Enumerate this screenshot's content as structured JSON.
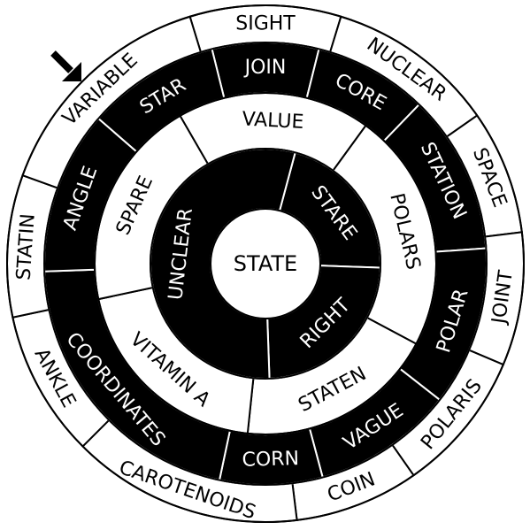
{
  "colors": {
    "dark": "#000000",
    "light": "#ffffff"
  },
  "center": "STATE",
  "pointer": "arrow-icon",
  "rings": [
    {
      "name": "outer",
      "fill": "light",
      "segments": [
        {
          "label": "SIGHT",
          "start": -17,
          "end": 17
        },
        {
          "label": "NUCLEAR",
          "start": 17,
          "end": 55
        },
        {
          "label": "SPACE",
          "start": 55,
          "end": 83
        },
        {
          "label": "JOINT",
          "start": 83,
          "end": 113
        },
        {
          "label": "POLARIS",
          "start": 113,
          "end": 145
        },
        {
          "label": "COIN",
          "start": 145,
          "end": 173
        },
        {
          "label": "CAROTENOIDS",
          "start": 173,
          "end": 225
        },
        {
          "label": "ANKLE",
          "start": 225,
          "end": 258
        },
        {
          "label": "STATIN",
          "start": 258,
          "end": 290
        },
        {
          "label": "VARIABLE",
          "start": 290,
          "end": 343
        }
      ]
    },
    {
      "name": "third",
      "fill": "dark",
      "segments": [
        {
          "label": "JOIN",
          "start": -14,
          "end": 14
        },
        {
          "label": "CORE",
          "start": 14,
          "end": 44
        },
        {
          "label": "STATION",
          "start": 44,
          "end": 86
        },
        {
          "label": "POLAR",
          "start": 86,
          "end": 128
        },
        {
          "label": "VAGUE",
          "start": 128,
          "end": 165
        },
        {
          "label": "CORN",
          "start": 165,
          "end": 192
        },
        {
          "label": "COORDINATES",
          "start": 192,
          "end": 268
        },
        {
          "label": "ANGLE",
          "start": 268,
          "end": 311
        },
        {
          "label": "STAR",
          "start": 311,
          "end": 346
        }
      ]
    },
    {
      "name": "second",
      "fill": "light",
      "segments": [
        {
          "label": "VALUE",
          "start": -30,
          "end": 36
        },
        {
          "label": "POLARS",
          "start": 36,
          "end": 118
        },
        {
          "label": "STATEN",
          "start": 118,
          "end": 186
        },
        {
          "label": "VITAMIN A",
          "start": 186,
          "end": 258
        },
        {
          "label": "SPARE",
          "start": 258,
          "end": 330
        }
      ]
    },
    {
      "name": "inner",
      "fill": "dark",
      "segments": [
        {
          "label": "STARE",
          "start": 15,
          "end": 92
        },
        {
          "label": "RIGHT",
          "start": 92,
          "end": 178
        },
        {
          "label": "UNCLEAR",
          "start": 178,
          "end": 375
        }
      ]
    }
  ]
}
